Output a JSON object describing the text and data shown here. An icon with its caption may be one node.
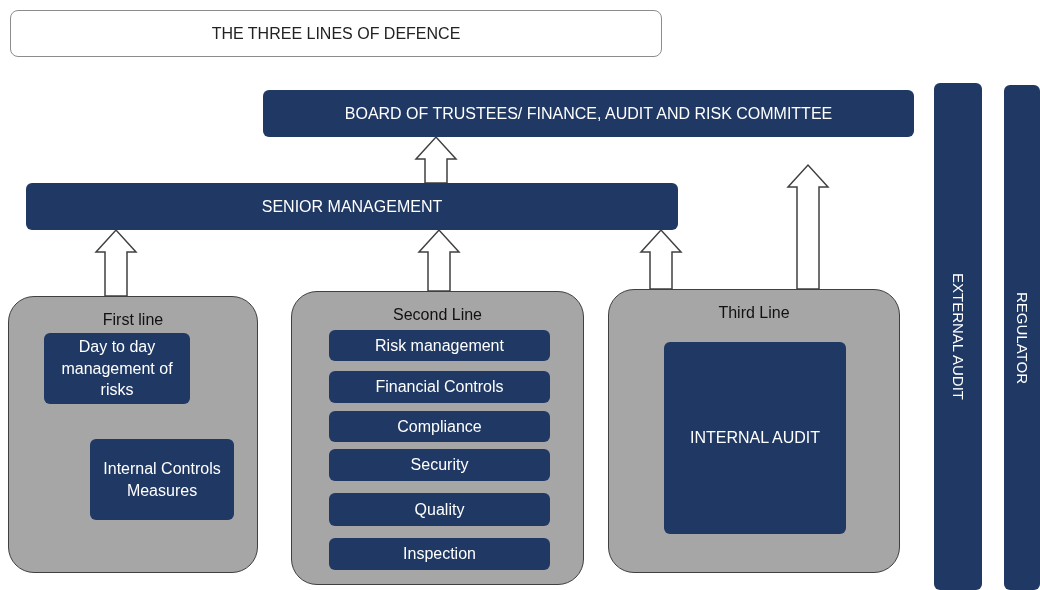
{
  "diagram": {
    "title": "THE THREE LINES OF DEFENCE",
    "nodes": [
      {
        "text": [
          "BOARD OF TRUSTEES/ FINANCE, AUDIT AND RISK COMMITTEE"
        ]
      },
      {
        "text": [
          "EXTERNAL AUDIT"
        ]
      },
      {
        "text": [
          "REGULATOR"
        ]
      },
      {
        "text": [
          "SENIOR MANAGEMENT"
        ]
      },
      {
        "text": [
          "First line"
        ]
      },
      {
        "text": [
          "Day to day management of risks"
        ],
        "in": 4
      },
      {
        "text": [
          "Internal Controls Measures"
        ],
        "in": 4
      },
      {
        "text": [
          "Second Line"
        ]
      },
      {
        "text": [
          "Risk management"
        ],
        "in": 7
      },
      {
        "text": [
          "Financial Controls"
        ],
        "in": 7
      },
      {
        "text": [
          "Compliance"
        ],
        "in": 7
      },
      {
        "text": [
          "Security"
        ],
        "in": 7
      },
      {
        "text": [
          "Quality"
        ],
        "in": 7
      },
      {
        "text": [
          "Inspection"
        ],
        "in": 7
      },
      {
        "text": [
          "Third Line"
        ]
      },
      {
        "text": [
          "INTERNAL AUDIT"
        ],
        "in": 14
      }
    ],
    "edges": [
      {
        "from": 4,
        "to": 3,
        "arrow": "to"
      },
      {
        "from": 7,
        "to": 3,
        "arrow": "to"
      },
      {
        "from": 14,
        "to": 3,
        "arrow": "to"
      },
      {
        "from": 3,
        "to": 0,
        "arrow": "to"
      },
      {
        "from": 14,
        "to": 0,
        "arrow": "to"
      }
    ]
  }
}
